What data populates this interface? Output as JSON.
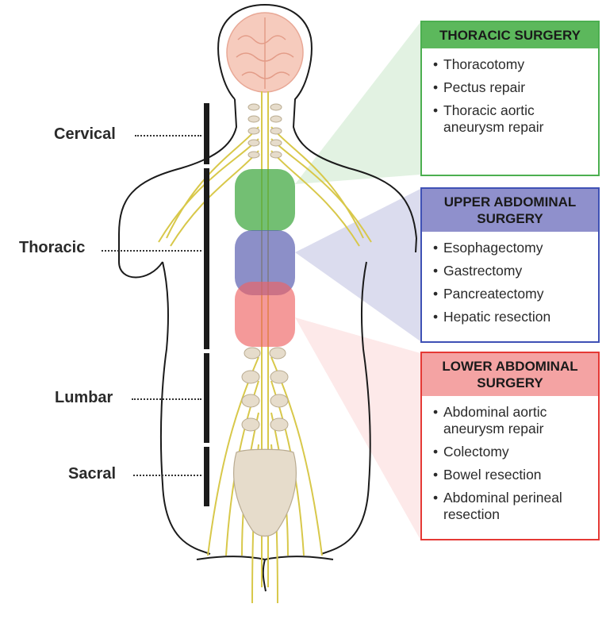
{
  "regions": {
    "cervical": "Cervical",
    "thoracic": "Thoracic",
    "lumbar": "Lumbar",
    "sacral": "Sacral"
  },
  "boxes": [
    {
      "title": "THORACIC SURGERY",
      "color": "#4caf50",
      "header_bg": "#5cb85c",
      "items": [
        "Thoracotomy",
        "Pectus repair",
        "Thoracic aortic aneurysm repair"
      ]
    },
    {
      "title": "UPPER ABDOMINAL SURGERY",
      "color": "#3f51b5",
      "header_bg": "#8f90cc",
      "items": [
        "Esophagectomy",
        "Gastrectomy",
        "Pancreatectomy",
        "Hepatic resection"
      ]
    },
    {
      "title": "LOWER ABDOMINAL SURGERY",
      "color": "#e53935",
      "header_bg": "#f4a3a3",
      "items": [
        "Abdominal aortic aneurysm repair",
        "Colectomy",
        "Bowel resection",
        "Abdominal perineal resection"
      ]
    }
  ],
  "colors": {
    "nerve": "#d8c84a",
    "brain": "#f6cbbd",
    "vertebra": "#e6dccb",
    "bar": "#1b1b1b",
    "zone_green": "#44a944",
    "zone_blue": "#5b5fb0",
    "zone_red": "#ee6262"
  }
}
